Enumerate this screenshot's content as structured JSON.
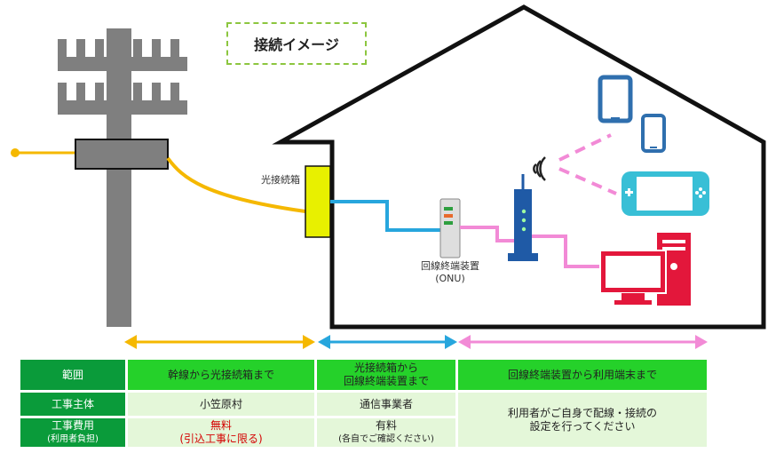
{
  "title": "接続イメージ",
  "labels": {
    "box": "光接続箱",
    "onu_line1": "回線終端装置",
    "onu_line2": "(ONU)"
  },
  "colors": {
    "pole": "#7f7f7f",
    "fiber_yellow": "#f5b800",
    "fiber_blue": "#27a6dd",
    "lan_pink": "#f28ad6",
    "router": "#1f5aa6",
    "device_blue": "#2f6fae",
    "tablet_teal": "#38bfd6",
    "pc_red": "#e3173b",
    "header_green": "#0a9b3a",
    "cell_green": "#25d12a",
    "light_green": "#e4f7d9",
    "free_red": "#d40000"
  },
  "table": {
    "row1": {
      "header": "範囲",
      "c1": "幹線から光接続箱まで",
      "c2_line1": "光接続箱から",
      "c2_line2": "回線終端装置まで",
      "c3": "回線終端装置から利用端末まで"
    },
    "row2": {
      "header": "工事主体",
      "c1": "小笠原村",
      "c2": "通信事業者",
      "c3_line1": "利用者がご自身で配線・接続の",
      "c3_line2": "設定を行ってください"
    },
    "row3": {
      "header_line1": "工事費用",
      "header_line2": "(利用者負担)",
      "c1_line1": "無料",
      "c1_line2": "(引込工事に限る)",
      "c2_line1": "有料",
      "c2_line2": "(各自でご確認ください)"
    }
  }
}
